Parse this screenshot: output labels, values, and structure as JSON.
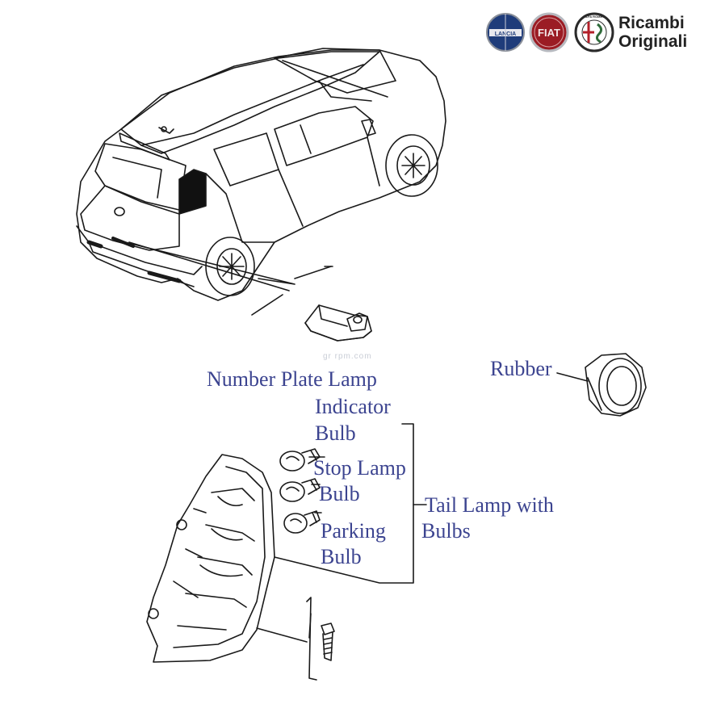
{
  "brand": {
    "logos": [
      "LANCIA",
      "FIAT",
      "ALFA ROMEO"
    ],
    "line1": "Ricambi",
    "line2": "Originali"
  },
  "watermark": "gr rpm.com",
  "labels": {
    "number_plate_lamp": "Number Plate Lamp",
    "rubber": "Rubber",
    "indicator_bulb_1": "Indicator",
    "indicator_bulb_2": "Bulb",
    "stop_lamp_bulb_1": "Stop Lamp",
    "stop_lamp_bulb_2": "Bulb",
    "parking_bulb_1": "Parking",
    "parking_bulb_2": "Bulb",
    "tail_lamp_1": "Tail Lamp with",
    "tail_lamp_2": "Bulbs"
  },
  "colors": {
    "label_text": "#3c4490",
    "line_art": "#1a1a1a",
    "lancia": "#1f3c7a",
    "fiat": "#9b1c24",
    "alfa_red": "#b3202a",
    "alfa_green": "#2f6b3a"
  }
}
